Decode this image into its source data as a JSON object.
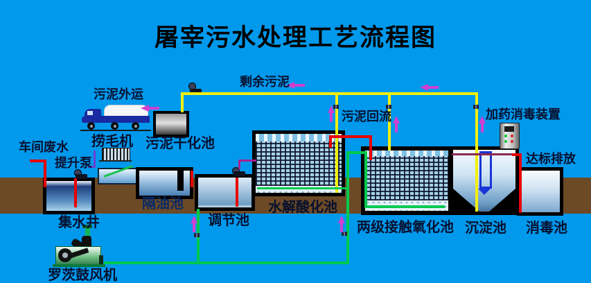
{
  "title": "屠宰污水处理工艺流程图",
  "process_labels": {
    "workshop_wastewater": "车间废水",
    "lift_pump": "提升泵",
    "collection_well": "集水井",
    "hair_removal_machine": "捞毛机",
    "sludge_outbound": "污泥外运",
    "sludge_drying_tank": "污泥干化池",
    "oil_separation_tank": "隔油池",
    "regulating_tank": "调节池",
    "hydrolysis_acidification_tank": "水解酸化池",
    "excess_sludge": "剩余污泥",
    "sludge_return": "污泥回流",
    "two_stage_contact_oxidation_tank": "两级接触氧化池",
    "sedimentation_tank": "沉淀池",
    "dosing_disinfection_device": "加药消毒装置",
    "standard_discharge": "达标排放",
    "disinfection_tank": "消毒池",
    "roots_blower": "罗茨鼓风机"
  },
  "colors": {
    "background": "#0099ec",
    "ground_band": "#6d4a26",
    "sludge_pipe_yellow": "#f2ef0f",
    "air_pipe_green": "#00c94f",
    "water_pipe_red": "#e80000",
    "effluent_weir_maroon": "#8b2a52",
    "flow_arrow_magenta": "#d040d0",
    "label_text": "#06102e"
  }
}
